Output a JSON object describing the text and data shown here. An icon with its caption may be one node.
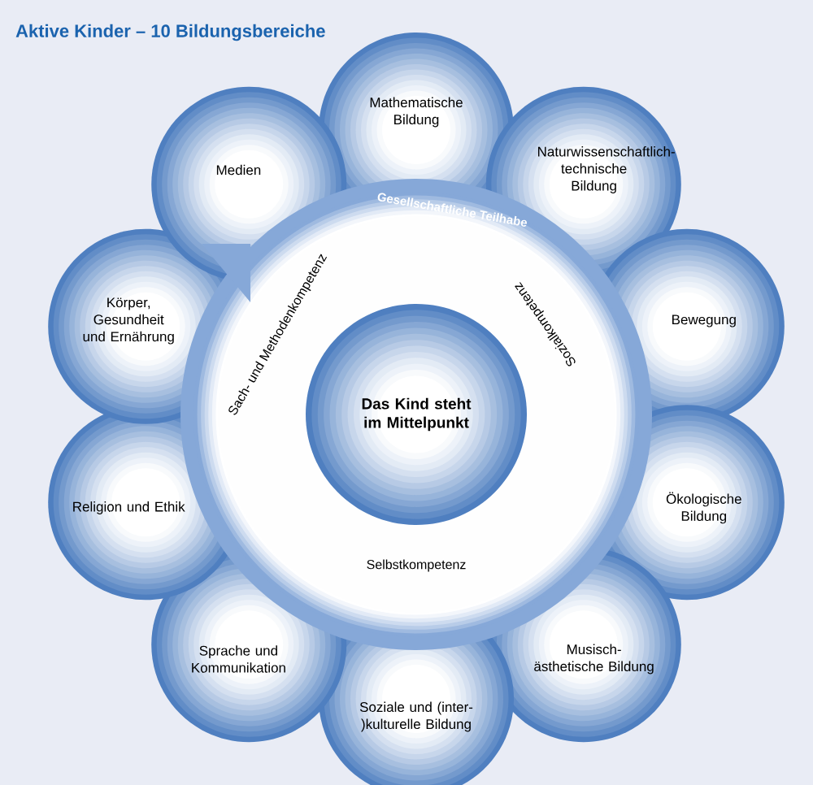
{
  "diagram": {
    "title": "Aktive Kinder – 10 Bildungsbereiche",
    "nodes": [
      {
        "text": [
          "Das Kind steht im Mittelpunkt"
        ]
      },
      {
        "text": [
          "Mathematische Bildung"
        ]
      },
      {
        "text": [
          "Naturwissenschaftlich-technische Bildung"
        ]
      },
      {
        "text": [
          "Bewegung"
        ]
      },
      {
        "text": [
          "Ökologische Bildung"
        ]
      },
      {
        "text": [
          "Musisch-ästhetische Bildung"
        ]
      },
      {
        "text": [
          "Soziale und (inter-)kulturelle Bildung"
        ]
      },
      {
        "text": [
          "Sprache und Kommunikation"
        ]
      },
      {
        "text": [
          "Religion und Ethik"
        ]
      },
      {
        "text": [
          "Körper, Gesundheit und Ernährung"
        ]
      },
      {
        "text": [
          "Medien"
        ]
      }
    ],
    "labels": [
      "Gesellschaftliche Teilhabe",
      "Sach- und Methodenkompetenz",
      "Sozialkompetenz",
      "Selbstkompetenz"
    ]
  }
}
